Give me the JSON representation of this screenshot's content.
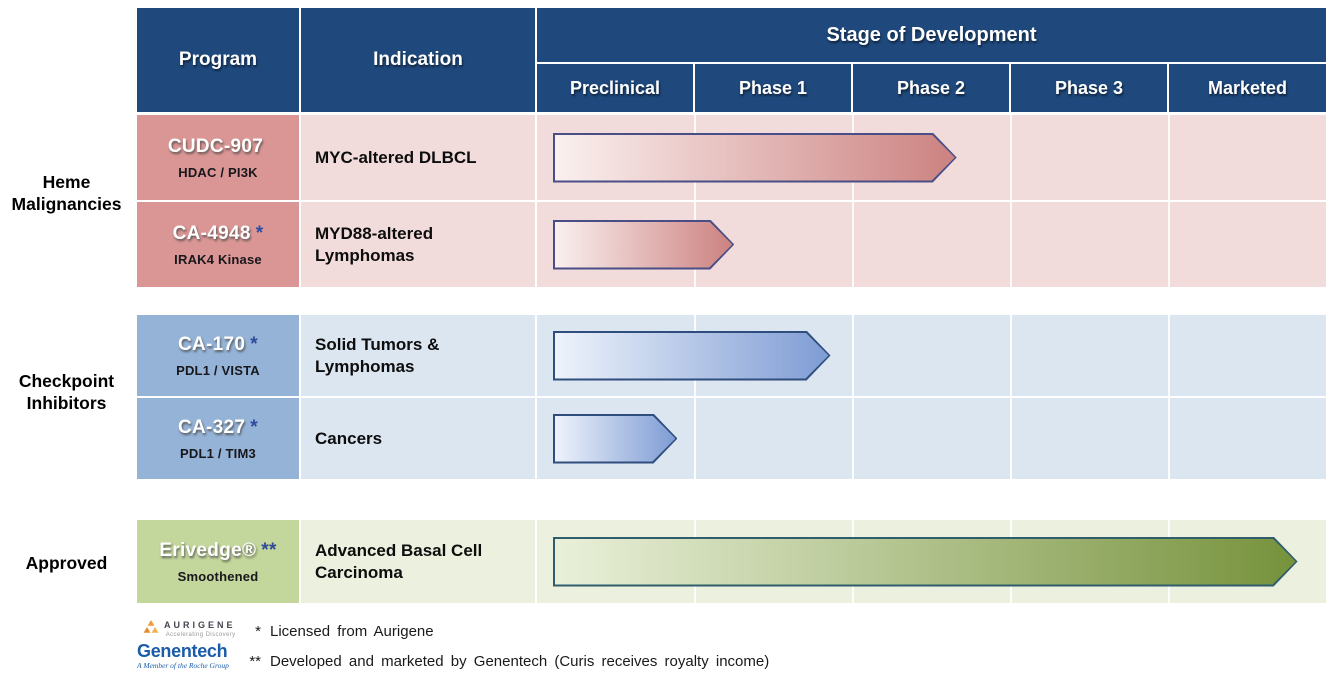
{
  "theme": {
    "header_bg": "#1F497D",
    "star_color": "#2E4B9E",
    "grid_line": "#FFFFFF"
  },
  "header": {
    "program_label": "Program",
    "indication_label": "Indication",
    "stage_label": "Stage of Development",
    "stage_columns": [
      "Preclinical",
      "Phase 1",
      "Phase 2",
      "Phase 3",
      "Marketed"
    ]
  },
  "groups": [
    {
      "label": "Heme Malignancies",
      "label_lines": [
        "Heme",
        "Malignancies"
      ],
      "colors": {
        "program_bg": "#D99694",
        "row_bg": "#F2DCDB",
        "a_from": "#FAF0EF",
        "a_to": "#CC8280",
        "a_border": "#4A4E86"
      },
      "rows": [
        {
          "name": "CUDC-907",
          "star": "",
          "target": "HDAC / PI3K",
          "indication": "MYC-altered DLBCL",
          "stage_reached": "Phase 2",
          "progress_stages": 2.66
        },
        {
          "name": "CA-4948",
          "star": "*",
          "target": "IRAK4  Kinase",
          "indication": "MYD88-altered Lymphomas",
          "stage_reached": "Phase 1",
          "progress_stages": 1.25
        }
      ]
    },
    {
      "label": "Checkpoint Inhibitors",
      "label_lines": [
        "Checkpoint",
        "Inhibitors"
      ],
      "colors": {
        "program_bg": "#95B3D7",
        "row_bg": "#DCE6F1",
        "a_from": "#EEF3FB",
        "a_to": "#7E9CD4",
        "a_border": "#2F4E7E"
      },
      "rows": [
        {
          "name": "CA-170",
          "star": "*",
          "target": "PDL1 / VISTA",
          "indication": "Solid Tumors & Lymphomas",
          "stage_reached": "Phase 1",
          "progress_stages": 1.86
        },
        {
          "name": "CA-327",
          "star": "*",
          "target": "PDL1 / TIM3",
          "indication": "Cancers",
          "stage_reached": "Preclinical",
          "progress_stages": 0.89
        }
      ]
    },
    {
      "label": "Approved",
      "label_lines": [
        "Approved"
      ],
      "colors": {
        "program_bg": "#C3D69B",
        "row_bg": "#EBF1DE",
        "a_from": "#E9F0D9",
        "a_to": "#76923C",
        "a_border": "#2F5D6C"
      },
      "rows": [
        {
          "name": "Erivedge®",
          "star": "**",
          "target": "Smoothened",
          "indication": "Advanced Basal Cell Carcinoma",
          "stage_reached": "Marketed",
          "progress_stages": 4.82
        }
      ]
    }
  ],
  "footnotes": [
    {
      "marker": "*",
      "text": "Licensed from Aurigene"
    },
    {
      "marker": "**",
      "text": "Developed and marketed by Genentech (Curis receives royalty income)"
    }
  ],
  "logos": {
    "aurigene": {
      "name": "AURIGENE",
      "tagline": "Accelerating Discovery"
    },
    "genentech": {
      "name": "Genentech",
      "tagline": "A Member of the Roche Group"
    }
  }
}
